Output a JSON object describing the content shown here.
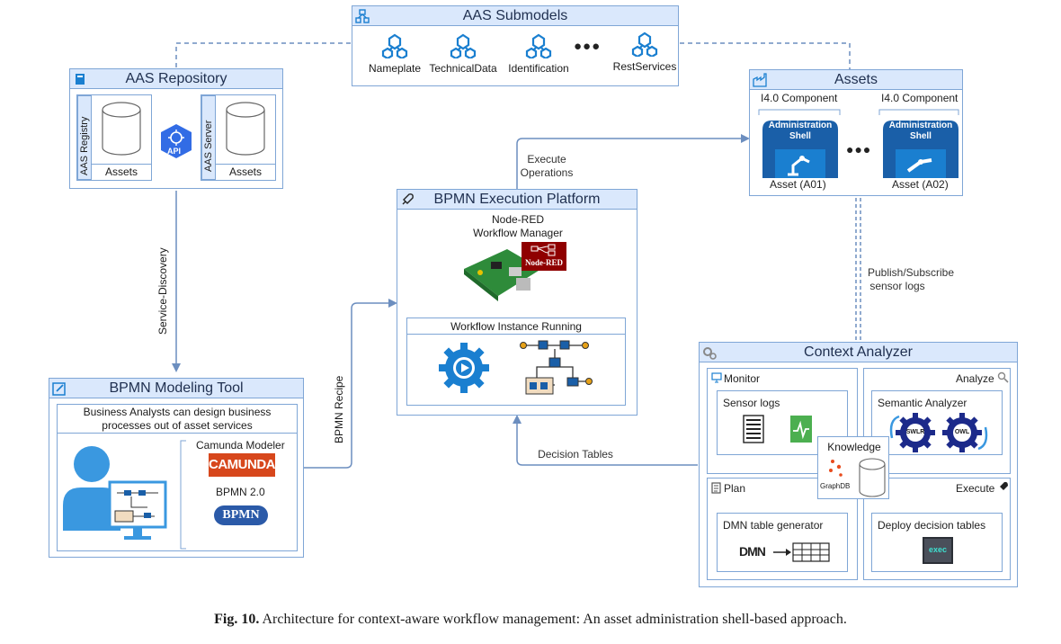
{
  "caption": {
    "label": "Fig. 10.",
    "text": "Architecture for context-aware workflow management: An asset administration shell-based approach."
  },
  "aas_submodels": {
    "title": "AAS Submodels",
    "items": [
      "Nameplate",
      "TechnicalData",
      "Identification",
      "RestServices"
    ],
    "ellipsis": "●●●"
  },
  "aas_repository": {
    "title": "AAS Repository",
    "registry_label": "AAS Registry",
    "server_label": "AAS Server",
    "assets_label_left": "Assets",
    "assets_label_right": "Assets",
    "api_label": "API"
  },
  "assets": {
    "title": "Assets",
    "component_left": "I4.0 Component",
    "component_right": "I4.0 Component",
    "shell_label": "Administration Shell",
    "asset_left": "Asset (A01)",
    "asset_right": "Asset (A02)",
    "ellipsis": "●●●"
  },
  "bpmn_exec": {
    "title": "BPMN Execution Platform",
    "node_red_title_1": "Node-RED",
    "node_red_title_2": "Workflow Manager",
    "node_red_logo": "Node-RED",
    "instance_title": "Workflow Instance Running"
  },
  "bpmn_modeling": {
    "title": "BPMN Modeling Tool",
    "subtitle_1": "Business Analysts can design business",
    "subtitle_2": "processes out of asset services",
    "camunda_label": "Camunda Modeler",
    "camunda_logo": "CAMUNDA",
    "bpmn_label": "BPMN 2.0",
    "bpmn_logo": "BPMN"
  },
  "context_analyzer": {
    "title": "Context Analyzer",
    "monitor": "Monitor",
    "analyze": "Analyze",
    "plan": "Plan",
    "execute": "Execute",
    "sensor_logs": "Sensor logs",
    "semantic_analyzer": "Semantic Analyzer",
    "swrl": "SWLR",
    "owl": "OWL",
    "knowledge": "Knowledge",
    "graphdb": "GraphDB",
    "dmn_generator": "DMN table generator",
    "dmn_logo": "DMN",
    "deploy": "Deploy decision tables",
    "exec_logo": "exec"
  },
  "edges": {
    "service_discovery": "Service-Discovery",
    "bpmn_recipe": "BPMN Recipe",
    "execute_ops_1": "Execute",
    "execute_ops_2": "Operations",
    "publish_1": "Publish/Subscribe",
    "publish_2": "sensor logs",
    "decision_tables": "Decision Tables"
  },
  "colors": {
    "header_fill": "#dae8fc",
    "border": "#7fa6d6",
    "connector": "#6c8ebf",
    "icon_blue": "#1a7fd0",
    "gear_navy": "#1c2a8a",
    "camunda_red": "#d7471c"
  }
}
